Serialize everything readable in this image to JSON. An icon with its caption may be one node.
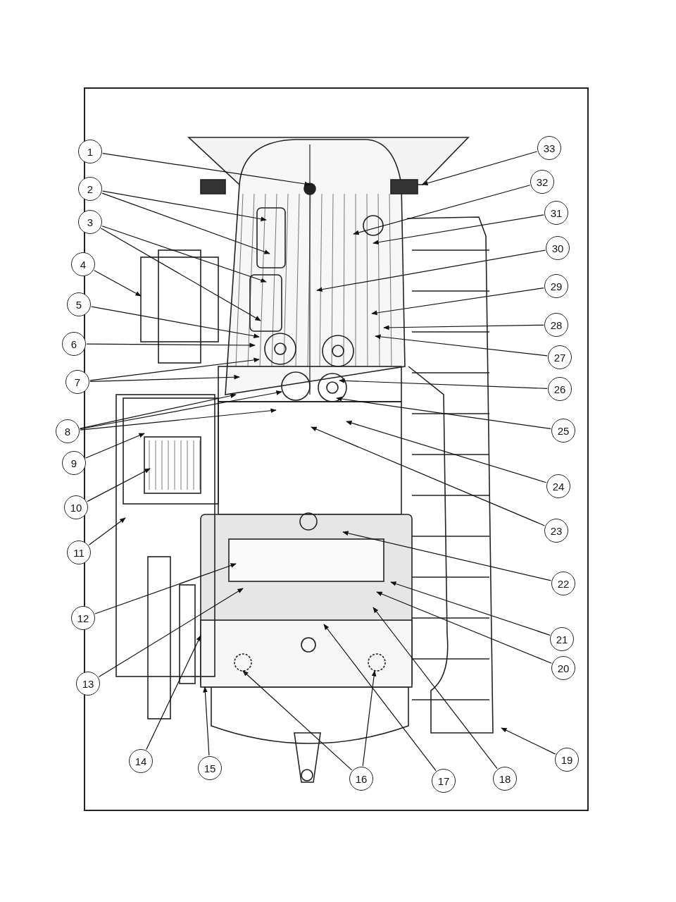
{
  "diagram": {
    "nodes": [
      {
        "text": [
          "1"
        ]
      },
      {
        "text": [
          "2"
        ]
      },
      {
        "text": [
          "3"
        ]
      },
      {
        "text": [
          "4"
        ]
      },
      {
        "text": [
          "5"
        ]
      },
      {
        "text": [
          "6"
        ]
      },
      {
        "text": [
          "7"
        ]
      },
      {
        "text": [
          "8"
        ]
      },
      {
        "text": [
          "9"
        ]
      },
      {
        "text": [
          "10"
        ]
      },
      {
        "text": [
          "11"
        ]
      },
      {
        "text": [
          "12"
        ]
      },
      {
        "text": [
          "13"
        ]
      },
      {
        "text": [
          "14"
        ]
      },
      {
        "text": [
          "15"
        ]
      },
      {
        "text": [
          "16"
        ]
      },
      {
        "text": [
          "17"
        ]
      },
      {
        "text": [
          "18"
        ]
      },
      {
        "text": [
          "19"
        ]
      },
      {
        "text": [
          "20"
        ]
      },
      {
        "text": [
          "21"
        ]
      },
      {
        "text": [
          "22"
        ]
      },
      {
        "text": [
          "23"
        ]
      },
      {
        "text": [
          "24"
        ]
      },
      {
        "text": [
          "25"
        ]
      },
      {
        "text": [
          "26"
        ]
      },
      {
        "text": [
          "27"
        ]
      },
      {
        "text": [
          "28"
        ]
      },
      {
        "text": [
          "29"
        ]
      },
      {
        "text": [
          "30"
        ]
      },
      {
        "text": [
          "31"
        ]
      },
      {
        "text": [
          "32"
        ]
      },
      {
        "text": [
          "33"
        ]
      }
    ],
    "edges": [
      {
        "from": 0,
        "to": null,
        "arrow": "to"
      },
      {
        "from": 1,
        "to": null,
        "arrow": "to"
      },
      {
        "from": 1,
        "to": null,
        "arrow": "to"
      },
      {
        "from": 2,
        "to": null,
        "arrow": "to"
      },
      {
        "from": 2,
        "to": null,
        "arrow": "to"
      },
      {
        "from": 3,
        "to": null,
        "arrow": "to"
      },
      {
        "from": 4,
        "to": null,
        "arrow": "to"
      },
      {
        "from": 5,
        "to": null,
        "arrow": "to"
      },
      {
        "from": 6,
        "to": null,
        "arrow": "to"
      },
      {
        "from": 6,
        "to": null,
        "arrow": "to"
      },
      {
        "from": 7,
        "to": null,
        "arrow": "to"
      },
      {
        "from": 7,
        "to": null,
        "arrow": "to"
      },
      {
        "from": 7,
        "to": null,
        "arrow": "to"
      },
      {
        "from": 8,
        "to": null,
        "arrow": "to"
      },
      {
        "from": 9,
        "to": null,
        "arrow": "to"
      },
      {
        "from": 10,
        "to": null,
        "arrow": "to"
      },
      {
        "from": 11,
        "to": null,
        "arrow": "to"
      },
      {
        "from": 12,
        "to": null,
        "arrow": "to"
      },
      {
        "from": 13,
        "to": null,
        "arrow": "to"
      },
      {
        "from": 14,
        "to": null,
        "arrow": "to"
      },
      {
        "from": 15,
        "to": null,
        "arrow": "to"
      },
      {
        "from": 15,
        "to": null,
        "arrow": "to"
      },
      {
        "from": 16,
        "to": null,
        "arrow": "to"
      },
      {
        "from": 17,
        "to": null,
        "arrow": "to"
      },
      {
        "from": 18,
        "to": null,
        "arrow": "to"
      },
      {
        "from": 19,
        "to": null,
        "arrow": "to"
      },
      {
        "from": 20,
        "to": null,
        "arrow": "to"
      },
      {
        "from": 21,
        "to": null,
        "arrow": "to"
      },
      {
        "from": 22,
        "to": null,
        "arrow": "to"
      },
      {
        "from": 23,
        "to": null,
        "arrow": "to"
      },
      {
        "from": 24,
        "to": null,
        "arrow": "to"
      },
      {
        "from": 25,
        "to": null,
        "arrow": "to"
      },
      {
        "from": 26,
        "to": null,
        "arrow": "to"
      },
      {
        "from": 27,
        "to": null,
        "arrow": "to"
      },
      {
        "from": 28,
        "to": null,
        "arrow": "to"
      },
      {
        "from": 29,
        "to": null,
        "arrow": "to"
      },
      {
        "from": 30,
        "to": null,
        "arrow": "to"
      },
      {
        "from": 31,
        "to": null,
        "arrow": "to"
      },
      {
        "from": 32,
        "to": null,
        "arrow": "to"
      }
    ]
  }
}
